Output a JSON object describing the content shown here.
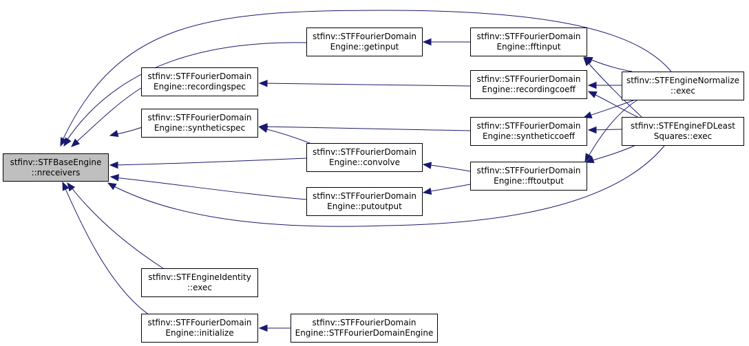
{
  "colors": {
    "edge": "#191970",
    "root_fill": "#bfbfbf",
    "node_border": "#000000"
  },
  "nodes": {
    "nreceivers": {
      "l1": "stfinv::STFBaseEngine",
      "l2": "::nreceivers"
    },
    "getinput": {
      "l1": "stfinv::STFFourierDomain",
      "l2": "Engine::getinput"
    },
    "recordingspec": {
      "l1": "stfinv::STFFourierDomain",
      "l2": "Engine::recordingspec"
    },
    "syntheticspec": {
      "l1": "stfinv::STFFourierDomain",
      "l2": "Engine::syntheticspec"
    },
    "convolve": {
      "l1": "stfinv::STFFourierDomain",
      "l2": "Engine::convolve"
    },
    "putoutput": {
      "l1": "stfinv::STFFourierDomain",
      "l2": "Engine::putoutput"
    },
    "identity_exec": {
      "l1": "stfinv::STFEngineIdentity",
      "l2": "::exec"
    },
    "initialize": {
      "l1": "stfinv::STFFourierDomain",
      "l2": "Engine::initialize"
    },
    "constructor": {
      "l1": "stfinv::STFFourierDomain",
      "l2": "Engine::STFFourierDomainEngine"
    },
    "fftinput": {
      "l1": "stfinv::STFFourierDomain",
      "l2": "Engine::fftinput"
    },
    "recordingcoeff": {
      "l1": "stfinv::STFFourierDomain",
      "l2": "Engine::recordingcoeff"
    },
    "syntheticcoeff": {
      "l1": "stfinv::STFFourierDomain",
      "l2": "Engine::syntheticcoeff"
    },
    "fftoutput": {
      "l1": "stfinv::STFFourierDomain",
      "l2": "Engine::fftoutput"
    },
    "normalize_exec": {
      "l1": "stfinv::STFEngineNormalize",
      "l2": "::exec"
    },
    "fdleastsquares_exec": {
      "l1": "stfinv::STFEngineFDLeast",
      "l2": "Squares::exec"
    }
  },
  "edges": [
    {
      "from": "getinput",
      "to": "nreceivers"
    },
    {
      "from": "recordingspec",
      "to": "nreceivers"
    },
    {
      "from": "syntheticspec",
      "to": "nreceivers"
    },
    {
      "from": "convolve",
      "to": "nreceivers"
    },
    {
      "from": "putoutput",
      "to": "nreceivers"
    },
    {
      "from": "identity_exec",
      "to": "nreceivers"
    },
    {
      "from": "initialize",
      "to": "nreceivers"
    },
    {
      "from": "normalize_exec",
      "to": "nreceivers"
    },
    {
      "from": "fdleastsquares_exec",
      "to": "nreceivers"
    },
    {
      "from": "fftinput",
      "to": "getinput"
    },
    {
      "from": "recordingcoeff",
      "to": "recordingspec"
    },
    {
      "from": "syntheticcoeff",
      "to": "syntheticspec"
    },
    {
      "from": "convolve",
      "to": "syntheticspec"
    },
    {
      "from": "fftoutput",
      "to": "convolve"
    },
    {
      "from": "fftoutput",
      "to": "putoutput"
    },
    {
      "from": "constructor",
      "to": "initialize"
    },
    {
      "from": "normalize_exec",
      "to": "fftinput"
    },
    {
      "from": "fdleastsquares_exec",
      "to": "fftinput"
    },
    {
      "from": "normalize_exec",
      "to": "recordingcoeff"
    },
    {
      "from": "fdleastsquares_exec",
      "to": "recordingcoeff"
    },
    {
      "from": "normalize_exec",
      "to": "syntheticcoeff"
    },
    {
      "from": "fdleastsquares_exec",
      "to": "syntheticcoeff"
    },
    {
      "from": "normalize_exec",
      "to": "fftoutput"
    },
    {
      "from": "fdleastsquares_exec",
      "to": "fftoutput"
    }
  ]
}
